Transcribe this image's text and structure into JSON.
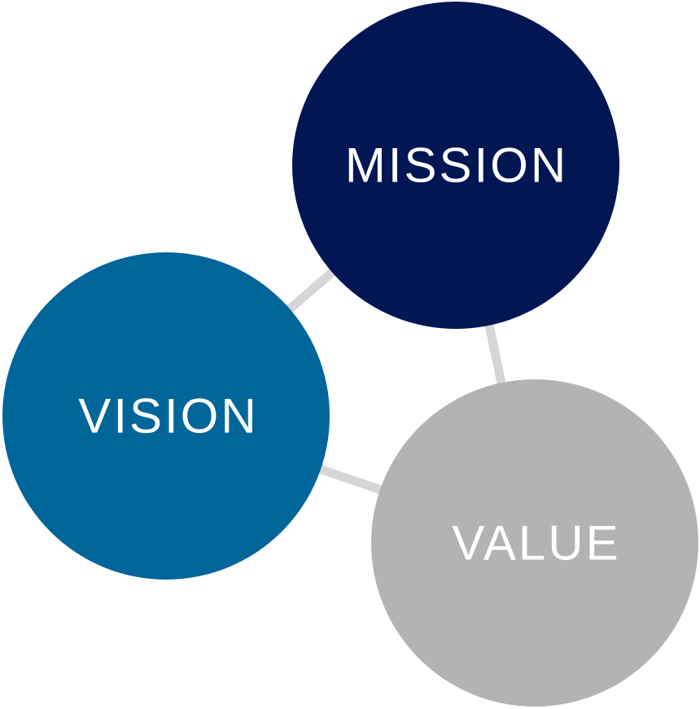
{
  "diagram": {
    "connector_color": "#d6d6d6",
    "nodes": [
      {
        "id": "mission",
        "label": "MISSION",
        "fill": "#021654",
        "text_color": "#ffffff"
      },
      {
        "id": "vision",
        "label": "VISION",
        "fill": "#006699",
        "text_color": "#ffffff"
      },
      {
        "id": "value",
        "label": "VALUE",
        "fill": "#b3b3b3",
        "text_color": "#ffffff"
      }
    ],
    "connections": [
      {
        "from": "mission",
        "to": "vision"
      },
      {
        "from": "mission",
        "to": "value"
      },
      {
        "from": "vision",
        "to": "value"
      }
    ]
  }
}
